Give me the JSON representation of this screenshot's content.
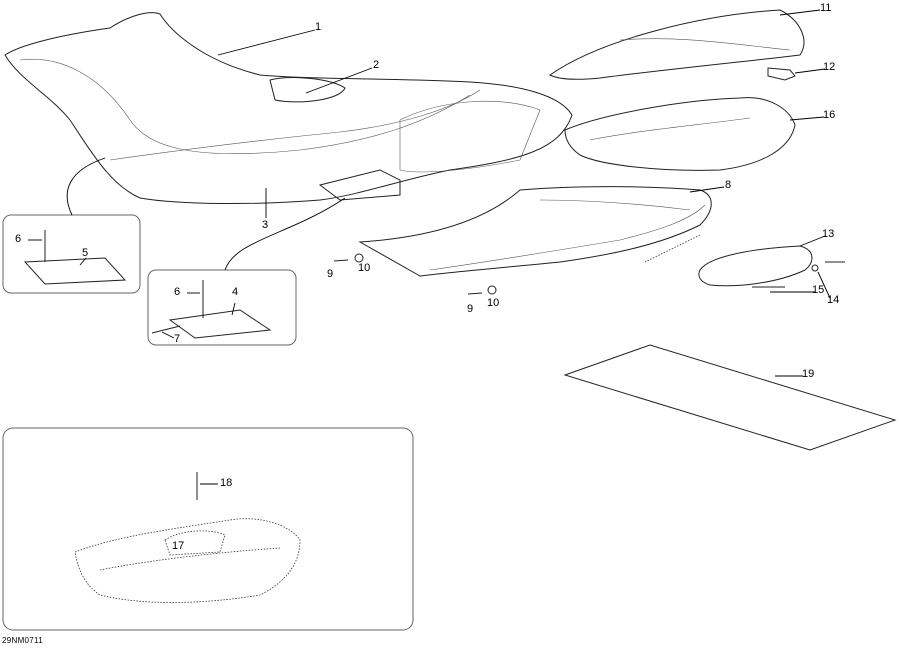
{
  "drawing_ref": "29NM0711",
  "callouts": {
    "c1": "1",
    "c2": "2",
    "c3": "3",
    "c4": "4",
    "c5": "5",
    "c6a": "6",
    "c6b": "6",
    "c7": "7",
    "c8": "8",
    "c9a": "9",
    "c9b": "9",
    "c10a": "10",
    "c10b": "10",
    "c11": "11",
    "c12": "12",
    "c13": "13",
    "c14": "14",
    "c15": "15",
    "c16": "16",
    "c17": "17",
    "c18": "18",
    "c19": "19"
  }
}
